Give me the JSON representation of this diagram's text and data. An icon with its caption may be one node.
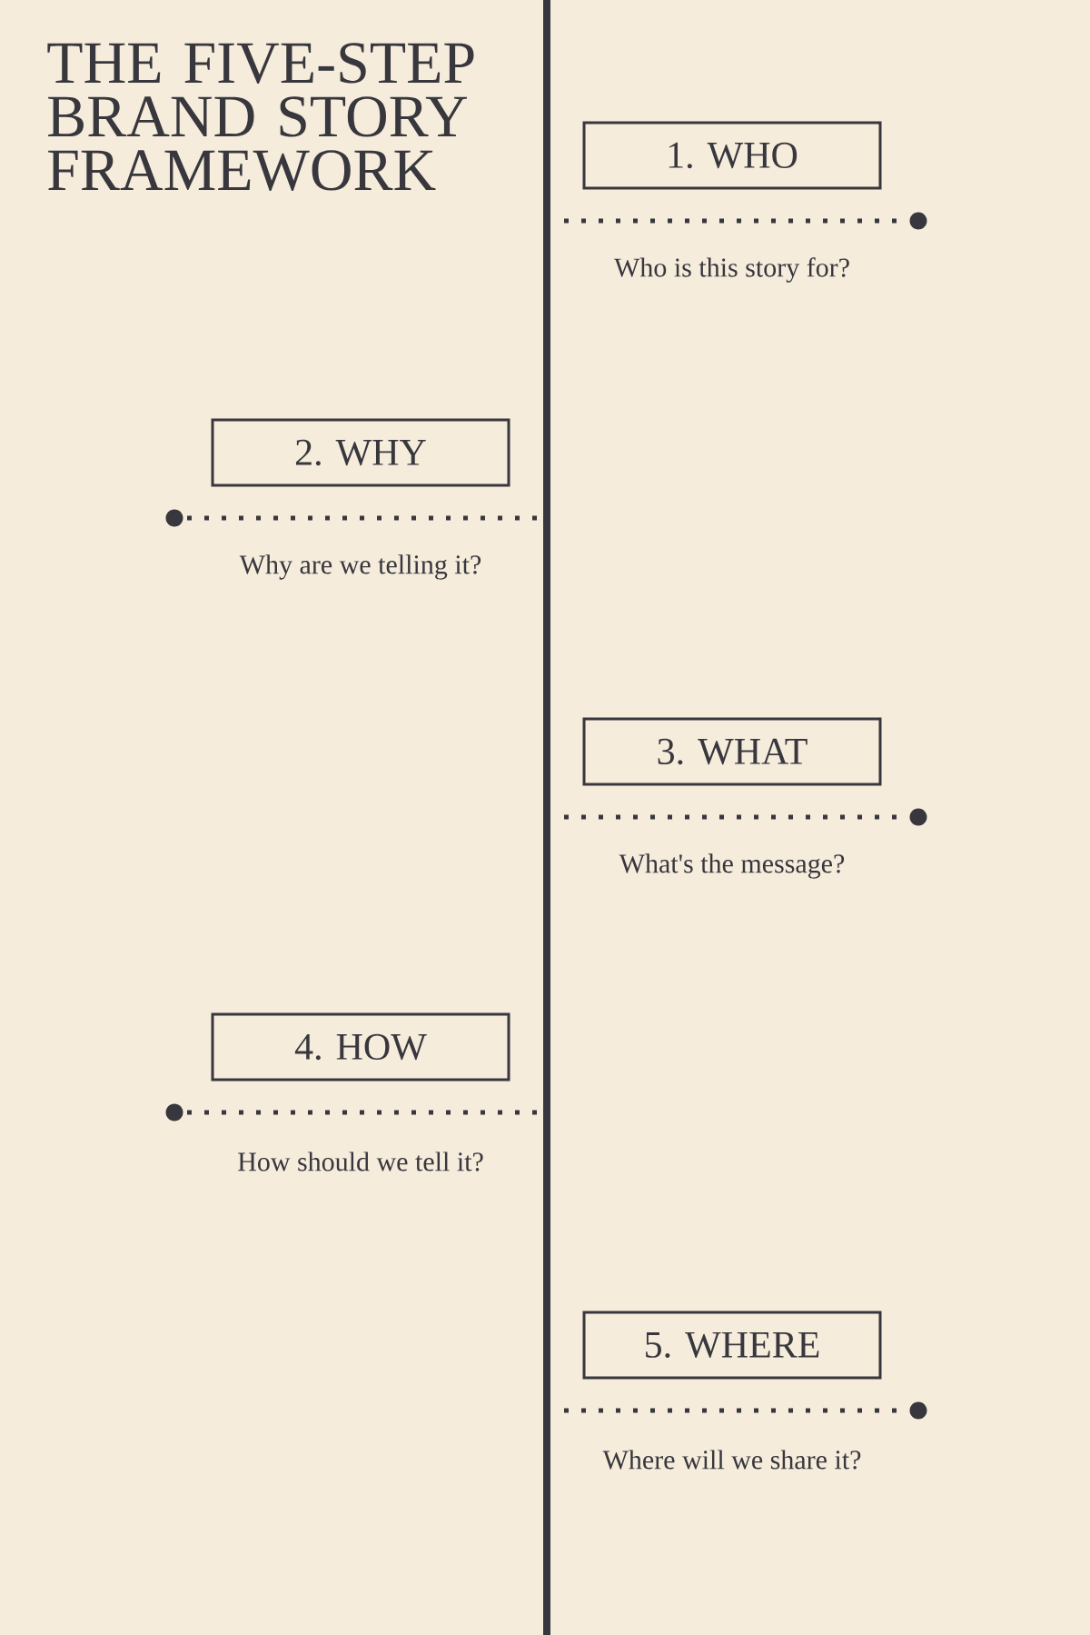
{
  "diagram": {
    "title": "THE FIVE-STEP BRAND STORY FRAMEWORK",
    "nodes": [
      {
        "text": [
          "1. WHO"
        ],
        "beside": [
          "Who is this story for?"
        ]
      },
      {
        "text": [
          "2. WHY"
        ],
        "beside": [
          "Why are we telling it?"
        ]
      },
      {
        "text": [
          "3. WHAT"
        ],
        "beside": [
          "What's the message?"
        ]
      },
      {
        "text": [
          "4. HOW"
        ],
        "beside": [
          "How should we tell it?"
        ]
      },
      {
        "text": [
          "5. WHERE"
        ],
        "beside": [
          "Where will we share it?"
        ]
      }
    ]
  }
}
